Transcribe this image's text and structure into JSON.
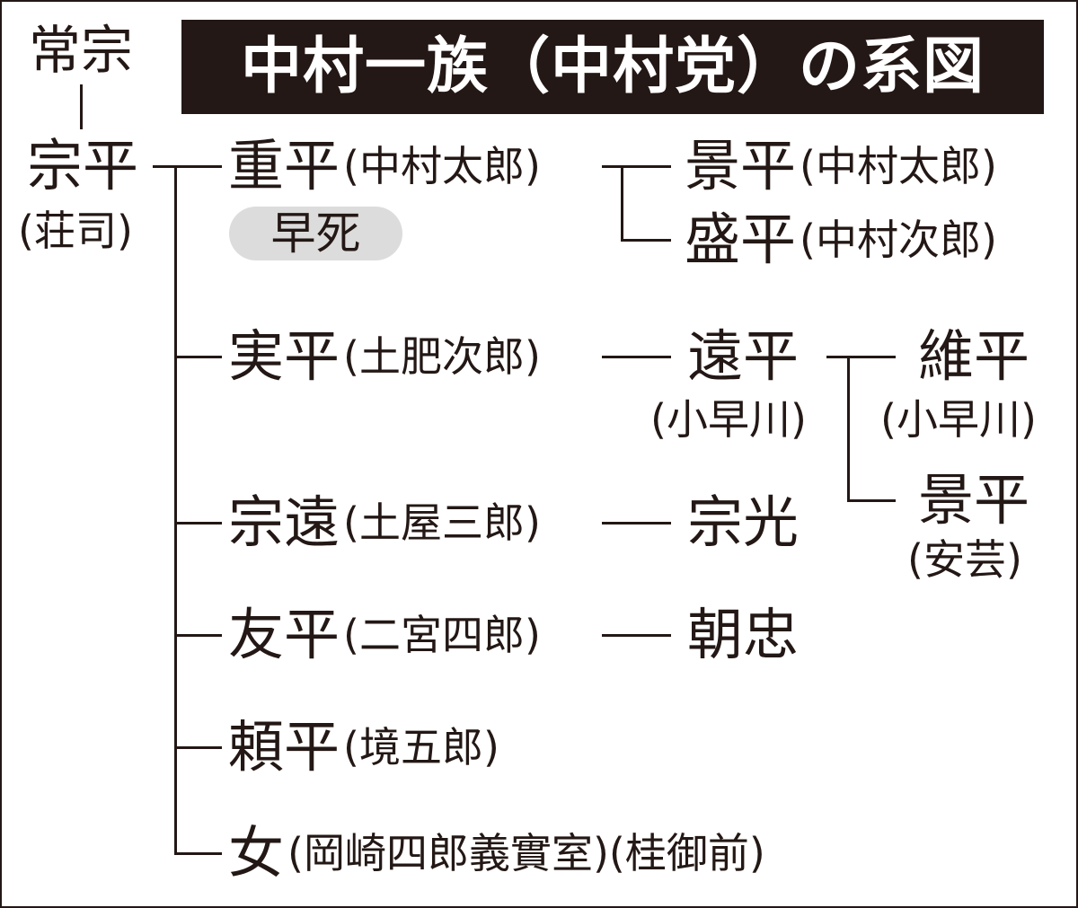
{
  "title": "中村一族（中村党）の系図",
  "root": {
    "ancestor": "常宗",
    "name": "宗平",
    "note": "(荘司)"
  },
  "children": [
    {
      "name": "重平",
      "alias": "(中村太郎)",
      "badge": "早死",
      "children": [
        {
          "name": "景平",
          "alias": "(中村太郎)"
        },
        {
          "name": "盛平",
          "alias": "(中村次郎)"
        }
      ]
    },
    {
      "name": "実平",
      "alias": "(土肥次郎)",
      "children": [
        {
          "name": "遠平",
          "alias": "(小早川)",
          "children": [
            {
              "name": "維平",
              "alias": "(小早川)"
            },
            {
              "name": "景平",
              "alias": "(安芸)"
            }
          ]
        }
      ]
    },
    {
      "name": "宗遠",
      "alias": "(土屋三郎)",
      "children": [
        {
          "name": "宗光"
        }
      ]
    },
    {
      "name": "友平",
      "alias": "(二宮四郎)",
      "children": [
        {
          "name": "朝忠"
        }
      ]
    },
    {
      "name": "頼平",
      "alias": "(境五郎)"
    },
    {
      "name": "女",
      "alias": "(岡崎四郎義實室)(桂御前)"
    }
  ]
}
